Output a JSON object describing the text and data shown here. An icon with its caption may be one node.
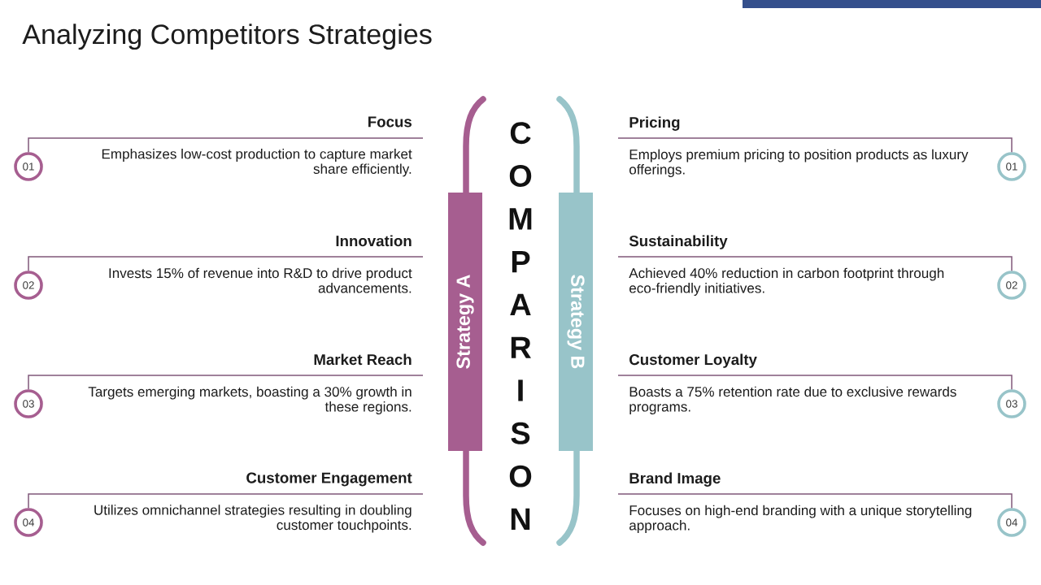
{
  "diagram": {
    "title": "Analyzing Competitors Strategies",
    "nodes": [
      {
        "text": [
          "Focus",
          "Emphasizes low-cost production to capture market share efficiently."
        ]
      },
      {
        "text": [
          "01"
        ]
      },
      {
        "text": [
          "Innovation",
          "Invests 15% of revenue into R&D to drive product advancements."
        ]
      },
      {
        "text": [
          "02"
        ]
      },
      {
        "text": [
          "Market Reach",
          "Targets emerging markets, boasting a 30% growth in these regions."
        ]
      },
      {
        "text": [
          "03"
        ]
      },
      {
        "text": [
          "Customer Engagement",
          "Utilizes omnichannel strategies resulting in doubling customer touchpoints."
        ]
      },
      {
        "text": [
          "04"
        ]
      },
      {
        "text": [
          "Strategy A"
        ]
      },
      {
        "text": [
          "Strategy B"
        ]
      },
      {
        "text": [
          "Pricing",
          "Employs premium pricing to position products as luxury offerings."
        ]
      },
      {
        "text": [
          "01"
        ]
      },
      {
        "text": [
          "Sustainability",
          "Achieved 40% reduction in carbon footprint through eco-friendly initiatives."
        ]
      },
      {
        "text": [
          "02"
        ]
      },
      {
        "text": [
          "Customer Loyalty",
          "Boasts a 75% retention rate due to exclusive rewards programs."
        ]
      },
      {
        "text": [
          "03"
        ]
      },
      {
        "text": [
          "Brand Image",
          "Focuses on high-end branding with a unique storytelling approach."
        ]
      },
      {
        "text": [
          "04"
        ]
      }
    ],
    "edges": [
      {
        "from": 1,
        "to": 0,
        "arrow": "none"
      },
      {
        "from": 3,
        "to": 2,
        "arrow": "none"
      },
      {
        "from": 5,
        "to": 4,
        "arrow": "none"
      },
      {
        "from": 7,
        "to": 6,
        "arrow": "none"
      },
      {
        "from": 11,
        "to": 10,
        "arrow": "none"
      },
      {
        "from": 13,
        "to": 12,
        "arrow": "none"
      },
      {
        "from": 15,
        "to": 14,
        "arrow": "none"
      },
      {
        "from": 17,
        "to": 16,
        "arrow": "none"
      }
    ],
    "labels": [
      "COMPARISON"
    ]
  }
}
